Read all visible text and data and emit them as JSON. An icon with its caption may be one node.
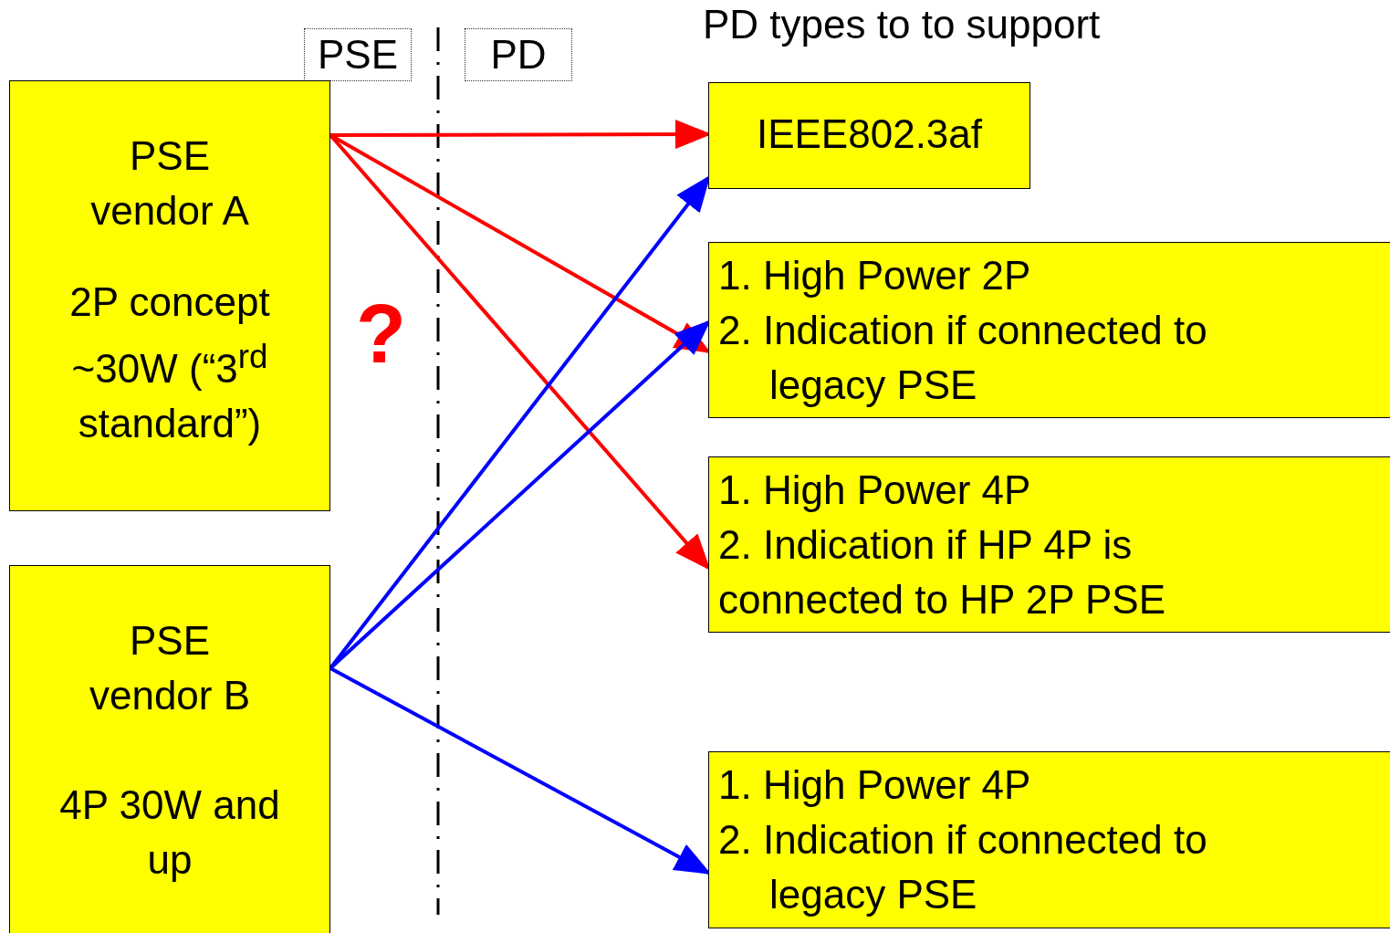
{
  "diagram": {
    "nodes": [
      {
        "text": [
          "PSE"
        ]
      },
      {
        "text": [
          "PD"
        ]
      },
      {
        "text": [
          "PSE vendor A",
          "2P concept ~30W (“3$^{rd}$ standard”)"
        ]
      },
      {
        "text": [
          "IEEE802.3af"
        ]
      },
      {
        "text": [
          "1. High Power 2P",
          "2. Indication if connected to legacy PSE"
        ]
      },
      {
        "text": [
          "1. High Power 4P",
          "2. Indication if HP 4P is connected to HP 2P  PSE"
        ]
      },
      {
        "text": [
          "PSE vendor B",
          "4P 30W and up"
        ]
      },
      {
        "text": [
          "1. High Power 4P",
          "2. Indication if connected to legacy PSE"
        ]
      }
    ],
    "edges": [
      {
        "from": 2,
        "to": 3,
        "arrow": "to",
        "color": "#ff0000"
      },
      {
        "from": 2,
        "to": 4,
        "arrow": "to",
        "color": "#ff0000"
      },
      {
        "from": 2,
        "to": 5,
        "arrow": "to",
        "color": "#ff0000"
      },
      {
        "from": 6,
        "to": 3,
        "arrow": "to",
        "color": "#0000ff"
      },
      {
        "from": 6,
        "to": 4,
        "arrow": "to",
        "color": "#0000ff"
      },
      {
        "from": 6,
        "to": 7,
        "arrow": "to",
        "color": "#0000ff"
      }
    ],
    "labels": [
      "PD types to to support",
      "?"
    ]
  }
}
